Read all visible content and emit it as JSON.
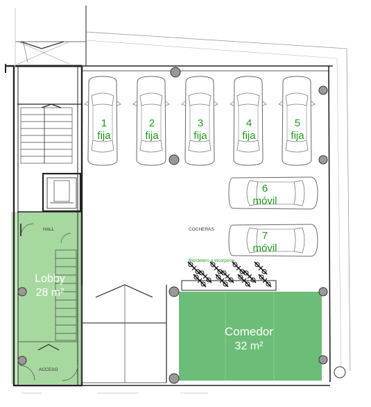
{
  "areas": {
    "lobby": {
      "name": "Lobby",
      "size": "28 m²"
    },
    "comedor": {
      "name": "Comedor",
      "size": "32 m²"
    }
  },
  "rooms": {
    "hall": "HALL",
    "cocheras": "COCHERAS",
    "acceso": "ACCESO"
  },
  "bike_note": "Bicicletero a incorporar",
  "parking_fixed": [
    {
      "number": "1",
      "type": "fija"
    },
    {
      "number": "2",
      "type": "fija"
    },
    {
      "number": "3",
      "type": "fija"
    },
    {
      "number": "4",
      "type": "fija"
    },
    {
      "number": "5",
      "type": "fija"
    }
  ],
  "parking_mobile": [
    {
      "number": "6",
      "type": "móvil"
    },
    {
      "number": "7",
      "type": "móvil"
    }
  ],
  "colors": {
    "lobby_fill": "#a7d8a0",
    "comedor_fill": "#6cbd78",
    "label_green": "#1a9a1a",
    "wall": "#222222"
  }
}
